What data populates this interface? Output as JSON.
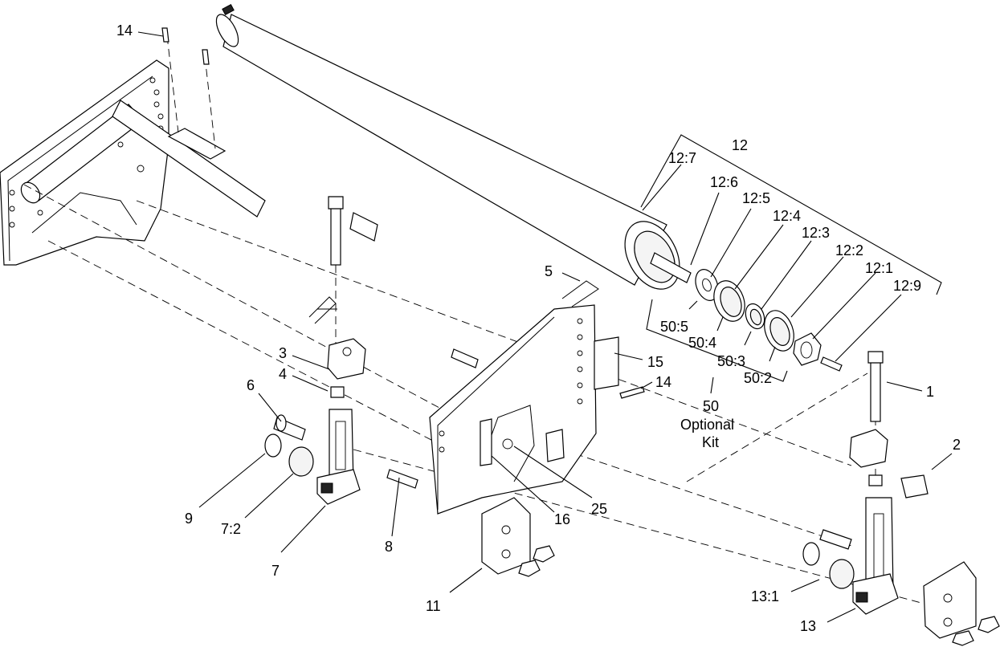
{
  "diagram": {
    "callouts": {
      "c14_top": "14",
      "c12": "12",
      "c12_7": "12:7",
      "c12_6": "12:6",
      "c12_5": "12:5",
      "c12_4": "12:4",
      "c12_3": "12:3",
      "c12_2": "12:2",
      "c12_1": "12:1",
      "c12_9": "12:9",
      "c5": "5",
      "c50_5": "50:5",
      "c50_4": "50:4",
      "c50_3": "50:3",
      "c50_2": "50:2",
      "c50": "50",
      "c50_note1": "Optional",
      "c50_note2": "Kit",
      "c15": "15",
      "c14_mid": "14",
      "c1": "1",
      "c2": "2",
      "c3": "3",
      "c4": "4",
      "c6": "6",
      "c9": "9",
      "c7_2": "7:2",
      "c7": "7",
      "c8": "8",
      "c11": "11",
      "c16": "16",
      "c25": "25",
      "c13_1": "13:1",
      "c13": "13"
    }
  }
}
